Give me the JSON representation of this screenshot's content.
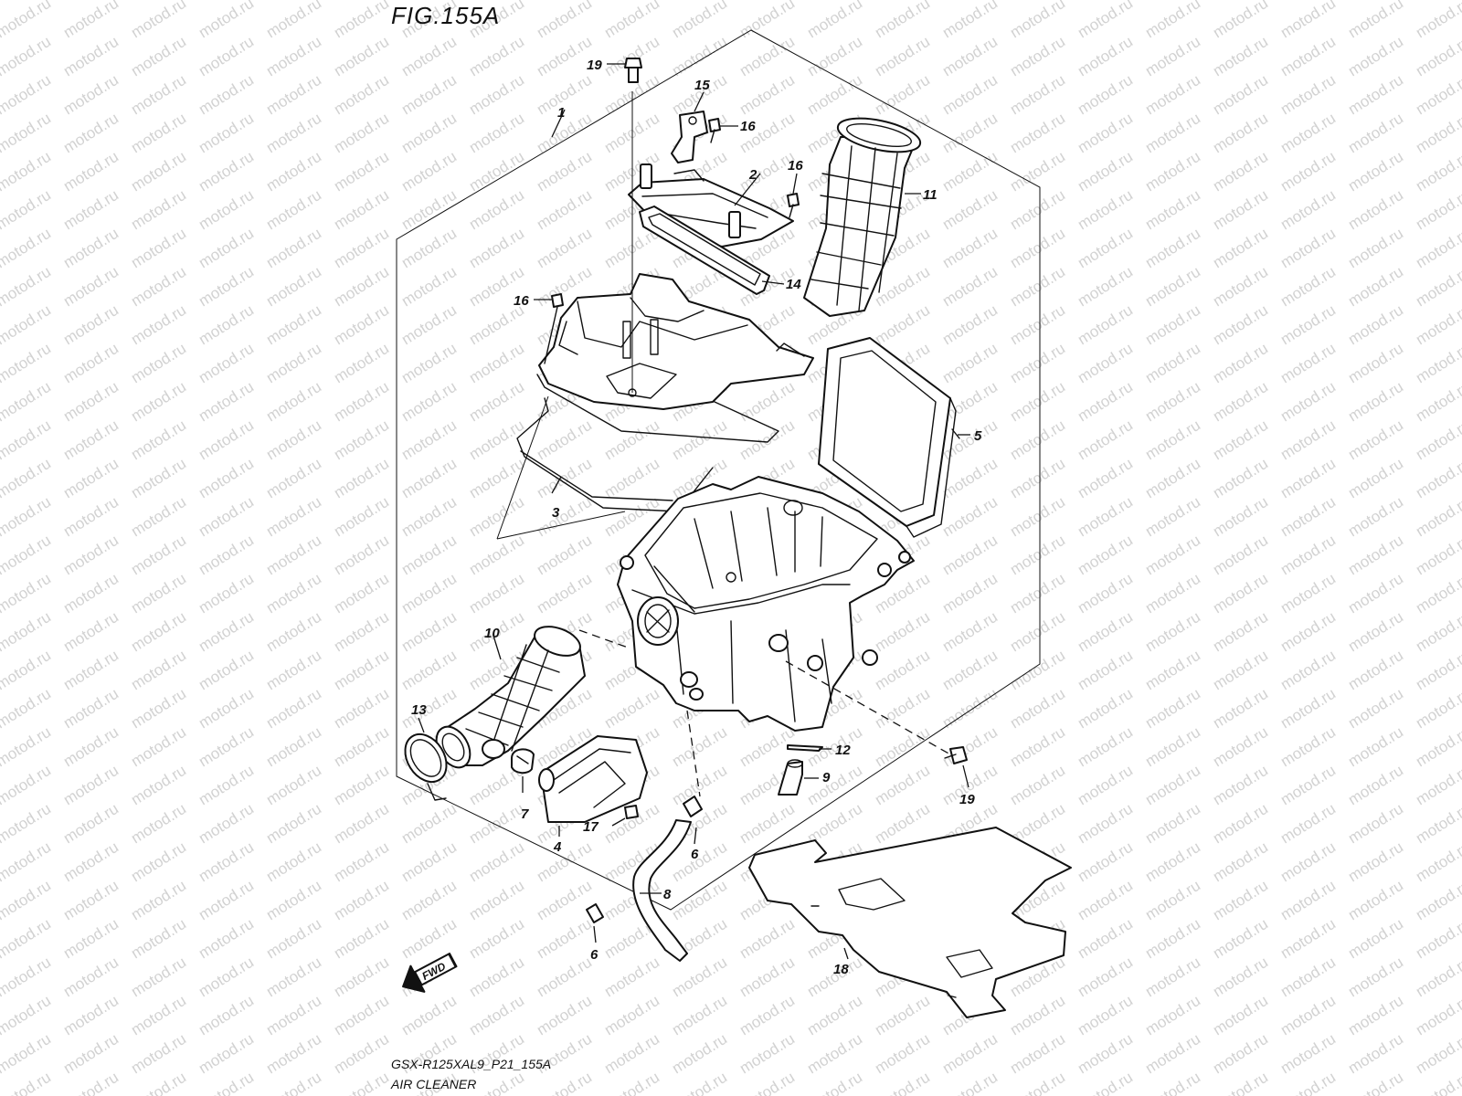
{
  "figure": {
    "title": "FIG.155A",
    "model_code": "GSX-R125XAL9_P21_155A",
    "section_name": "AIR CLEANER"
  },
  "watermark": {
    "text": "motod.ru"
  },
  "fwd_label": "FWD",
  "callouts": {
    "c1": "1",
    "c2": "2",
    "c3": "3",
    "c4": "4",
    "c5": "5",
    "c6a": "6",
    "c6b": "6",
    "c7": "7",
    "c8": "8",
    "c9": "9",
    "c10": "10",
    "c11": "11",
    "c12": "12",
    "c13": "13",
    "c14": "14",
    "c15": "15",
    "c16a": "16",
    "c16b": "16",
    "c16c": "16",
    "c17": "17",
    "c18": "18",
    "c19a": "19",
    "c19b": "19"
  }
}
